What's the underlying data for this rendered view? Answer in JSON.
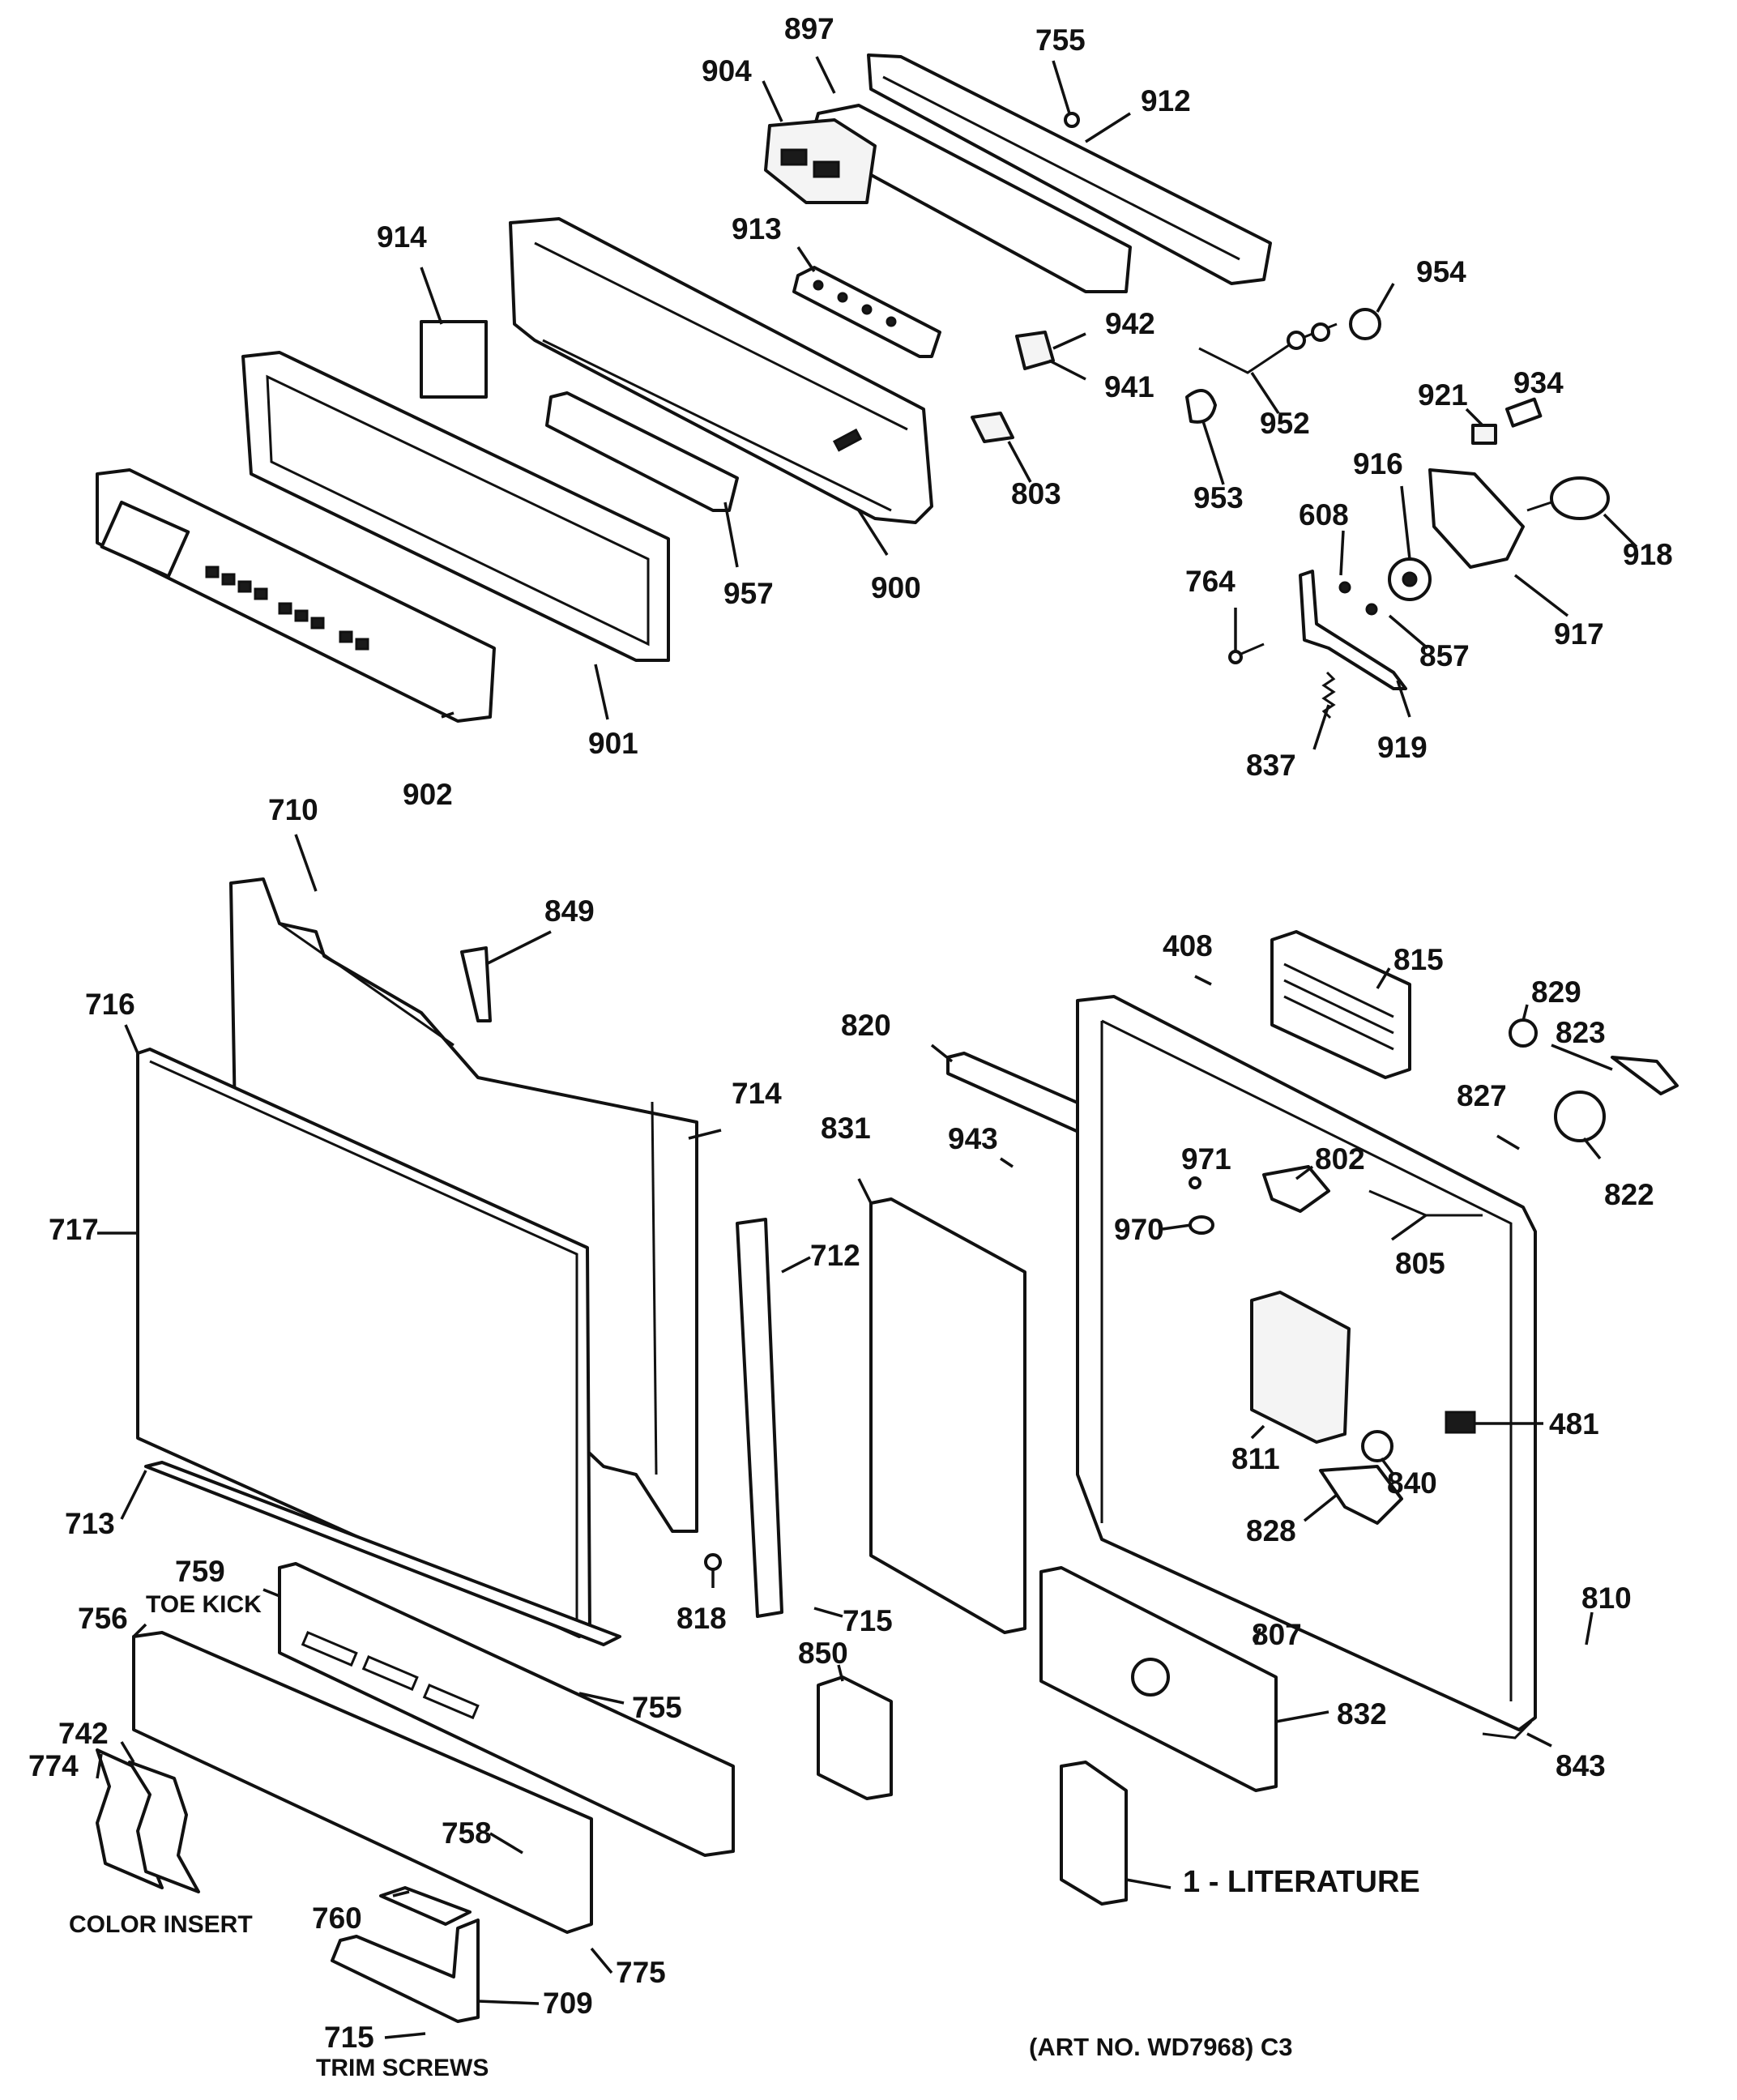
{
  "labels": [
    {
      "id": "p897",
      "text": "897"
    },
    {
      "id": "p755a",
      "text": "755"
    },
    {
      "id": "p904",
      "text": "904"
    },
    {
      "id": "p912",
      "text": "912"
    },
    {
      "id": "p914",
      "text": "914"
    },
    {
      "id": "p913",
      "text": "913"
    },
    {
      "id": "p954",
      "text": "954"
    },
    {
      "id": "p942",
      "text": "942"
    },
    {
      "id": "p941",
      "text": "941"
    },
    {
      "id": "p921",
      "text": "921"
    },
    {
      "id": "p934",
      "text": "934"
    },
    {
      "id": "p952",
      "text": "952"
    },
    {
      "id": "p803",
      "text": "803"
    },
    {
      "id": "p953",
      "text": "953"
    },
    {
      "id": "p916",
      "text": "916"
    },
    {
      "id": "p608",
      "text": "608"
    },
    {
      "id": "p918",
      "text": "918"
    },
    {
      "id": "p957",
      "text": "957"
    },
    {
      "id": "p900",
      "text": "900"
    },
    {
      "id": "p764",
      "text": "764"
    },
    {
      "id": "p857",
      "text": "857"
    },
    {
      "id": "p917",
      "text": "917"
    },
    {
      "id": "p901",
      "text": "901"
    },
    {
      "id": "p919",
      "text": "919"
    },
    {
      "id": "p837",
      "text": "837"
    },
    {
      "id": "p902",
      "text": "902"
    },
    {
      "id": "p710",
      "text": "710"
    },
    {
      "id": "p849",
      "text": "849"
    },
    {
      "id": "p408",
      "text": "408"
    },
    {
      "id": "p815",
      "text": "815"
    },
    {
      "id": "p716",
      "text": "716"
    },
    {
      "id": "p820",
      "text": "820"
    },
    {
      "id": "p829",
      "text": "829"
    },
    {
      "id": "p823",
      "text": "823"
    },
    {
      "id": "p714",
      "text": "714"
    },
    {
      "id": "p831",
      "text": "831"
    },
    {
      "id": "p827",
      "text": "827"
    },
    {
      "id": "p943",
      "text": "943"
    },
    {
      "id": "p971",
      "text": "971"
    },
    {
      "id": "p802",
      "text": "802"
    },
    {
      "id": "p822",
      "text": "822"
    },
    {
      "id": "p717",
      "text": "717"
    },
    {
      "id": "p970",
      "text": "970"
    },
    {
      "id": "p712",
      "text": "712"
    },
    {
      "id": "p805",
      "text": "805"
    },
    {
      "id": "p481",
      "text": "481"
    },
    {
      "id": "p811",
      "text": "811"
    },
    {
      "id": "p840",
      "text": "840"
    },
    {
      "id": "p713",
      "text": "713"
    },
    {
      "id": "p828",
      "text": "828"
    },
    {
      "id": "p759",
      "text": "759"
    },
    {
      "id": "p756",
      "text": "756"
    },
    {
      "id": "p818",
      "text": "818"
    },
    {
      "id": "p715a",
      "text": "715"
    },
    {
      "id": "p810",
      "text": "810"
    },
    {
      "id": "p807",
      "text": "807"
    },
    {
      "id": "p850",
      "text": "850"
    },
    {
      "id": "p755b",
      "text": "755"
    },
    {
      "id": "p832",
      "text": "832"
    },
    {
      "id": "p742",
      "text": "742"
    },
    {
      "id": "p843",
      "text": "843"
    },
    {
      "id": "p774",
      "text": "774"
    },
    {
      "id": "p758",
      "text": "758"
    },
    {
      "id": "p760",
      "text": "760"
    },
    {
      "id": "p775",
      "text": "775"
    },
    {
      "id": "p709",
      "text": "709"
    },
    {
      "id": "p715b",
      "text": "715"
    }
  ],
  "captions": {
    "toe_kick": "TOE KICK",
    "color_insert": "COLOR INSERT",
    "trim_screws": "TRIM SCREWS",
    "literature": "1 - LITERATURE",
    "art_no": "(ART NO. WD7968) C3"
  }
}
